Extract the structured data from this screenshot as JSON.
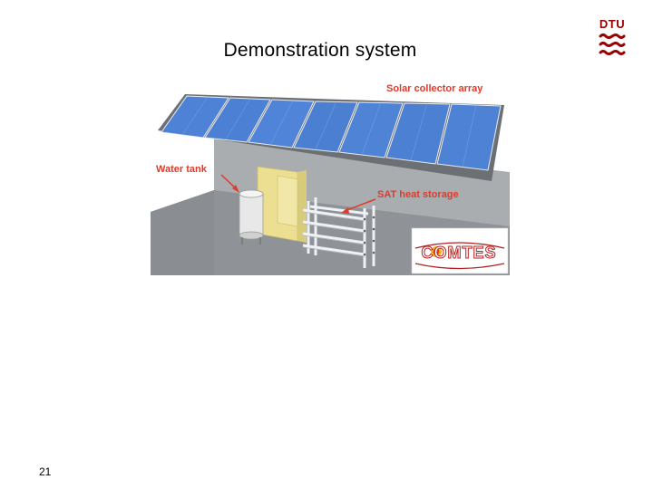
{
  "slide": {
    "title": "Demonstration system",
    "page_number": "21"
  },
  "logo": {
    "text": "DTU",
    "color": "#990000"
  },
  "figure": {
    "labels": {
      "solar_collector_array": "Solar collector array",
      "water_tank": "Water tank",
      "sat_heat_storage": "SAT heat storage"
    },
    "callout_color": "#e03a2a",
    "brand_logo_text": "COMTES"
  }
}
